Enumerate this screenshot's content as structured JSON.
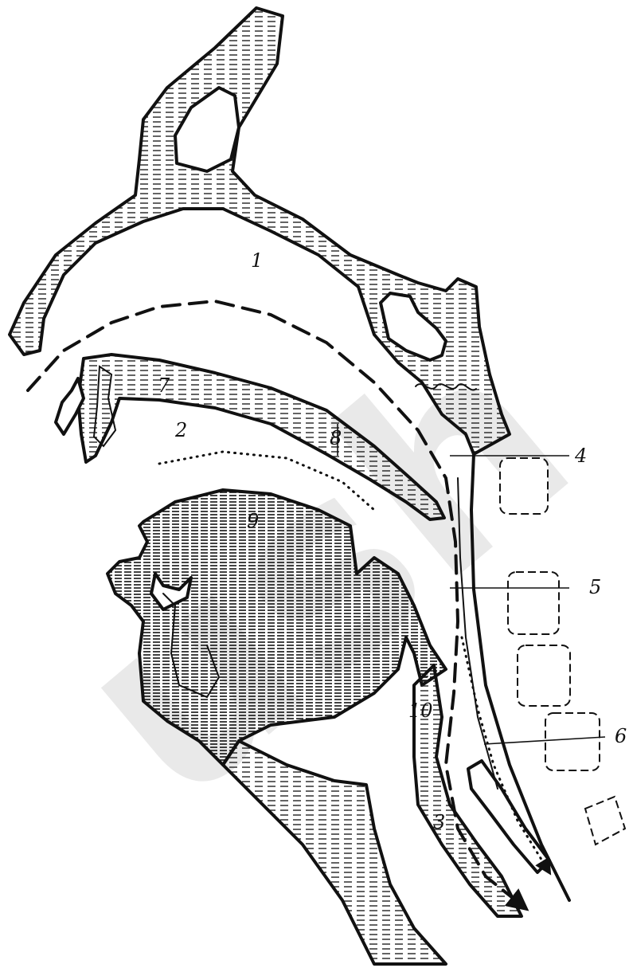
{
  "figure": {
    "labels": {
      "l1": "1",
      "l2": "2",
      "l3": "3",
      "l4": "4",
      "l5": "5",
      "l6": "6",
      "l7": "7",
      "l8": "8",
      "l9": "9",
      "l10": "10"
    }
  },
  "watermark": {
    "text": "ush"
  }
}
